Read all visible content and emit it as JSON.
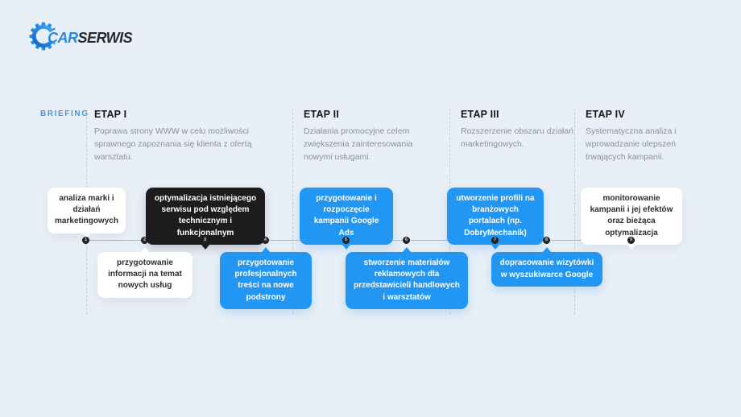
{
  "logo": {
    "car": "CAR",
    "serwis": "SERWIS",
    "gear_icon": "gear-icon"
  },
  "briefing_label": "BRIEFING",
  "stages": [
    {
      "label": "ETAP I",
      "description": "Poprawa strony WWW w celu możliwości sprawnego zapoznania się klienta z ofertą warsztatu."
    },
    {
      "label": "ETAP II",
      "description": "Działania promocyjne celem zwiększenia zainteresowania nowymi usługami."
    },
    {
      "label": "ETAP III",
      "description": "Rozszerzenie obszaru działań marketingowych."
    },
    {
      "label": "ETAP IV",
      "description": "Systematyczna analiza i wprowadzanie ulepszeń trwających kampanii."
    }
  ],
  "timeline": {
    "items": [
      {
        "number": "1",
        "label": "analiza marki i działań marketingowych",
        "style": "white",
        "position": "above"
      },
      {
        "number": "2",
        "label": "przygotowanie informacji na temat nowych usług",
        "style": "white",
        "position": "below"
      },
      {
        "number": "3",
        "label": "optymalizacja istniejącego serwisu pod względem technicznym i funkcjonalnym",
        "style": "black",
        "position": "above"
      },
      {
        "number": "4",
        "label": "przygotowanie profesjonalnych treści na nowe podstrony",
        "style": "blue",
        "position": "below"
      },
      {
        "number": "5",
        "label": "przygotowanie i rozpoczęcie kampanii Google Ads",
        "style": "blue",
        "position": "above"
      },
      {
        "number": "6",
        "label": "stworzenie materiałów reklamowych dla przedstawicieli handlowych i warsztatów",
        "style": "blue",
        "position": "below"
      },
      {
        "number": "7",
        "label": "utworzenie profili na branżowych portalach (np. DobryMechanik)",
        "style": "blue",
        "position": "above"
      },
      {
        "number": "8",
        "label": "dopracowanie wizytówki w wyszukiwarce Google",
        "style": "blue",
        "position": "below"
      },
      {
        "number": "9",
        "label": "monitorowanie kampanii i jej efektów oraz bieżąca optymalizacja",
        "style": "white",
        "position": "above"
      }
    ]
  },
  "colors": {
    "accent_blue": "#2196f3",
    "card_dark": "#1d1d1f",
    "card_white": "#ffffff",
    "background": "#e9eff6",
    "briefing_blue": "#4e96d2",
    "body_text_gray": "#8b9099"
  }
}
